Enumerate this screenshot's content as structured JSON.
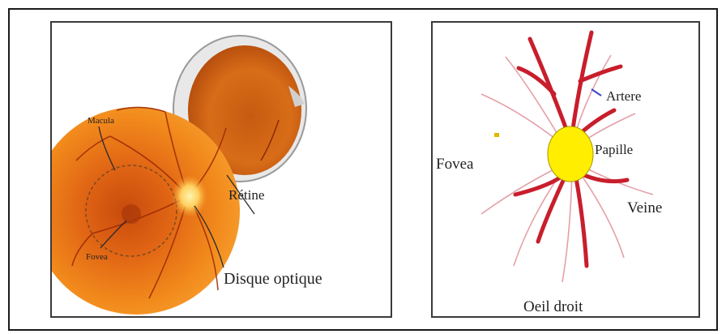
{
  "left_panel": {
    "labels": {
      "macula": "Macula",
      "fovea": "Fovea",
      "retina": "Rétine",
      "optic_disc": "Disque optique"
    }
  },
  "right_panel": {
    "labels": {
      "artery": "Artere",
      "papilla": "Papille",
      "fovea": "Fovea",
      "vein": "Veine",
      "right_eye": "Oeil droit"
    }
  },
  "colors": {
    "fundus_orange": "#f07d1a",
    "vessel_red": "#c81e2c",
    "papilla_yellow": "#ffee00"
  }
}
